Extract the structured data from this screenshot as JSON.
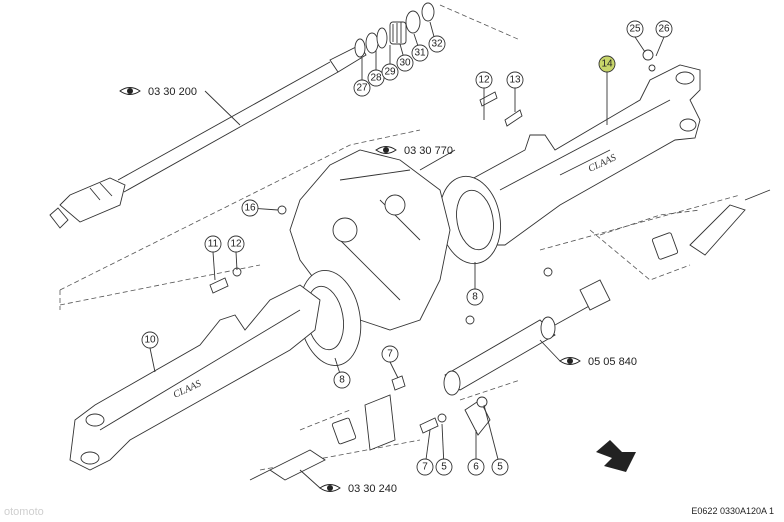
{
  "drawing": {
    "doc_code": "E0622 0330A120A 1",
    "watermark": "otomoto"
  },
  "references": [
    {
      "label": "03 30 200"
    },
    {
      "label": "03 30 770"
    },
    {
      "label": "05 05 840"
    },
    {
      "label": "03 30 240"
    }
  ],
  "callouts": [
    {
      "num": "27",
      "highlight": false
    },
    {
      "num": "28",
      "highlight": false
    },
    {
      "num": "29",
      "highlight": false
    },
    {
      "num": "30",
      "highlight": false
    },
    {
      "num": "31",
      "highlight": false
    },
    {
      "num": "32",
      "highlight": false
    },
    {
      "num": "25",
      "highlight": false
    },
    {
      "num": "26",
      "highlight": false
    },
    {
      "num": "14",
      "highlight": true
    },
    {
      "num": "12",
      "highlight": false
    },
    {
      "num": "13",
      "highlight": false
    },
    {
      "num": "16",
      "highlight": false
    },
    {
      "num": "11",
      "highlight": false
    },
    {
      "num": "12",
      "highlight": false
    },
    {
      "num": "8",
      "highlight": false
    },
    {
      "num": "10",
      "highlight": false
    },
    {
      "num": "8",
      "highlight": false
    },
    {
      "num": "7",
      "highlight": false
    },
    {
      "num": "7",
      "highlight": false
    },
    {
      "num": "5",
      "highlight": false
    },
    {
      "num": "6",
      "highlight": false
    },
    {
      "num": "5",
      "highlight": false
    }
  ],
  "colors": {
    "line": "#333333",
    "highlight": "#c8d66a",
    "background": "#ffffff"
  }
}
